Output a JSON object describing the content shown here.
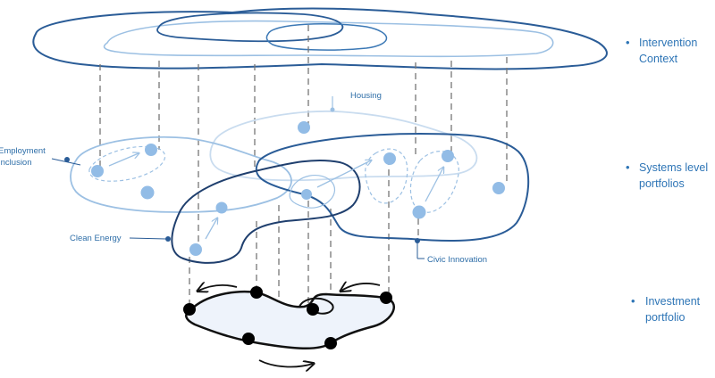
{
  "levels": {
    "intervention_context": {
      "line1": "Intervention",
      "line2": "Context"
    },
    "systems_level": {
      "line1": "Systems level",
      "line2": "portfolios"
    },
    "investment": {
      "line1": "Investment",
      "line2": "portfolio"
    }
  },
  "portfolio_labels": {
    "housing": "Housing",
    "employment_inclusion_line1": "Employment",
    "employment_inclusion_line2": "Inclusion",
    "clean_energy": "Clean Energy",
    "civic_innovation": "Civic Innovation"
  },
  "colors": {
    "dark_blue": "#2a5c97",
    "mid_blue": "#3b78b5",
    "light_blue": "#9cc0e3",
    "pale_blue": "#c9dcef",
    "node_fill": "#92bce6",
    "invest_fill": "#eef3fb",
    "label_blue": "#2e75b6",
    "dash_grey": "#777777"
  }
}
